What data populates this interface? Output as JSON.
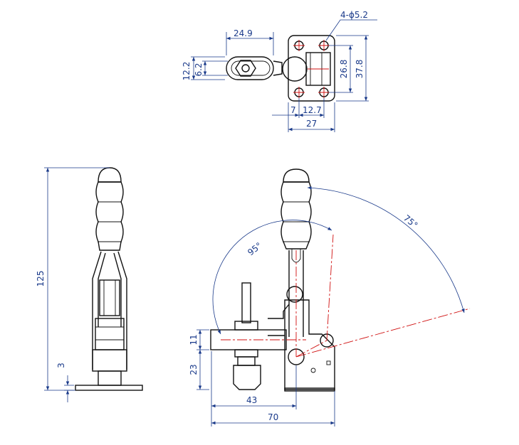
{
  "drawing": {
    "top_view": {
      "holes": "4-ϕ5.2",
      "slot_length": "24.9",
      "slot_outer": "12.2",
      "slot_inner": "6.2",
      "hole_spacing_v": "26.8",
      "base_height": "37.8",
      "offset_a": "7",
      "hole_spacing_h": "12.7",
      "base_width": "27"
    },
    "side_view": {
      "total_height": "125",
      "base_thickness": "3"
    },
    "front_view": {
      "open_angle": "95°",
      "handle_angle": "75°",
      "arm_height": "11",
      "spindle_height": "23",
      "reach": "43",
      "total_length": "70"
    }
  },
  "colors": {
    "dimension": "#1a3a8a",
    "centerline": "#d01010",
    "part": "#111111"
  }
}
